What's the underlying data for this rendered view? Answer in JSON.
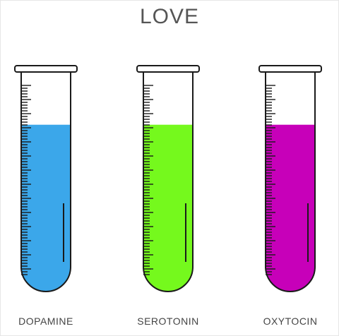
{
  "title": "LOVE",
  "tubes": [
    {
      "label": "DOPAMINE",
      "fill_color": "#3ba7ea",
      "fill_level": 0.85
    },
    {
      "label": "SEROTONIN",
      "fill_color": "#75f91d",
      "fill_level": 0.85
    },
    {
      "label": "OXYTOCIN",
      "fill_color": "#c700b9",
      "fill_level": 0.85
    }
  ],
  "colors": {
    "outline": "#1a1a1a",
    "title": "#555555",
    "label": "#444444"
  }
}
